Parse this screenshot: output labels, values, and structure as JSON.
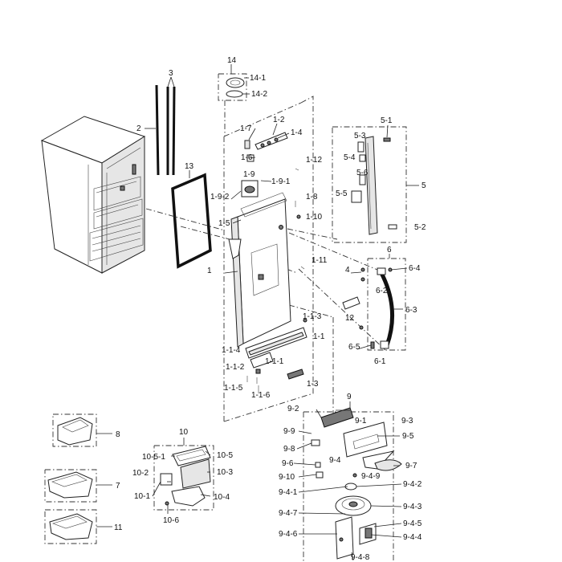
{
  "diagram": {
    "labels": {
      "l14": "14",
      "l14_1": "14-1",
      "l14_2": "14-2",
      "l3": "3",
      "l2": "2",
      "l13": "13",
      "l1_7": "1-7",
      "l1_2": "1-2",
      "l1_4": "1-4",
      "l1_6": "1-6",
      "l1_12": "1-12",
      "l1_9": "1-9",
      "l1_9_1": "1-9-1",
      "l1_9_2": "1-9-2",
      "l1_8": "1-8",
      "l1_5": "1-5",
      "l1_10": "1-10",
      "l1": "1",
      "l1_11": "1-11",
      "l1_1_3": "1-1-3",
      "l1_1": "1-1",
      "l1_1_4": "1-1-4",
      "l1_1_1": "1-1-1",
      "l1_1_2": "1-1-2",
      "l1_3": "1-3",
      "l1_1_5": "1-1-5",
      "l1_1_6": "1-1-6",
      "l5_1": "5-1",
      "l5_3": "5-3",
      "l5_4": "5-4",
      "l5_6": "5-6",
      "l5": "5",
      "l5_5": "5-5",
      "l5_2": "5-2",
      "l6": "6",
      "l4": "4",
      "l6_4": "6-4",
      "l6_2": "6-2",
      "l6_3": "6-3",
      "l12": "12",
      "l6_5": "6-5",
      "l6_1": "6-1",
      "l9": "9",
      "l9_2": "9-2",
      "l9_1": "9-1",
      "l9_3": "9-3",
      "l9_9": "9-9",
      "l9_5": "9-5",
      "l9_8": "9-8",
      "l9_6": "9-6",
      "l9_4": "9-4",
      "l9_7": "9-7",
      "l9_10": "9-10",
      "l9_4_9": "9-4-9",
      "l9_4_2": "9-4-2",
      "l9_4_1": "9-4-1",
      "l9_4_3": "9-4-3",
      "l9_4_7": "9-4-7",
      "l9_4_5": "9-4-5",
      "l9_4_6": "9-4-6",
      "l9_4_4": "9-4-4",
      "l9_4_8": "9-4-8",
      "l8": "8",
      "l7": "7",
      "l11": "11",
      "l10": "10",
      "l10_5_1": "10-5-1",
      "l10_5": "10-5",
      "l10_2": "10-2",
      "l10_3": "10-3",
      "l10_1": "10-1",
      "l10_4": "10-4",
      "l10_6": "10-6"
    }
  }
}
